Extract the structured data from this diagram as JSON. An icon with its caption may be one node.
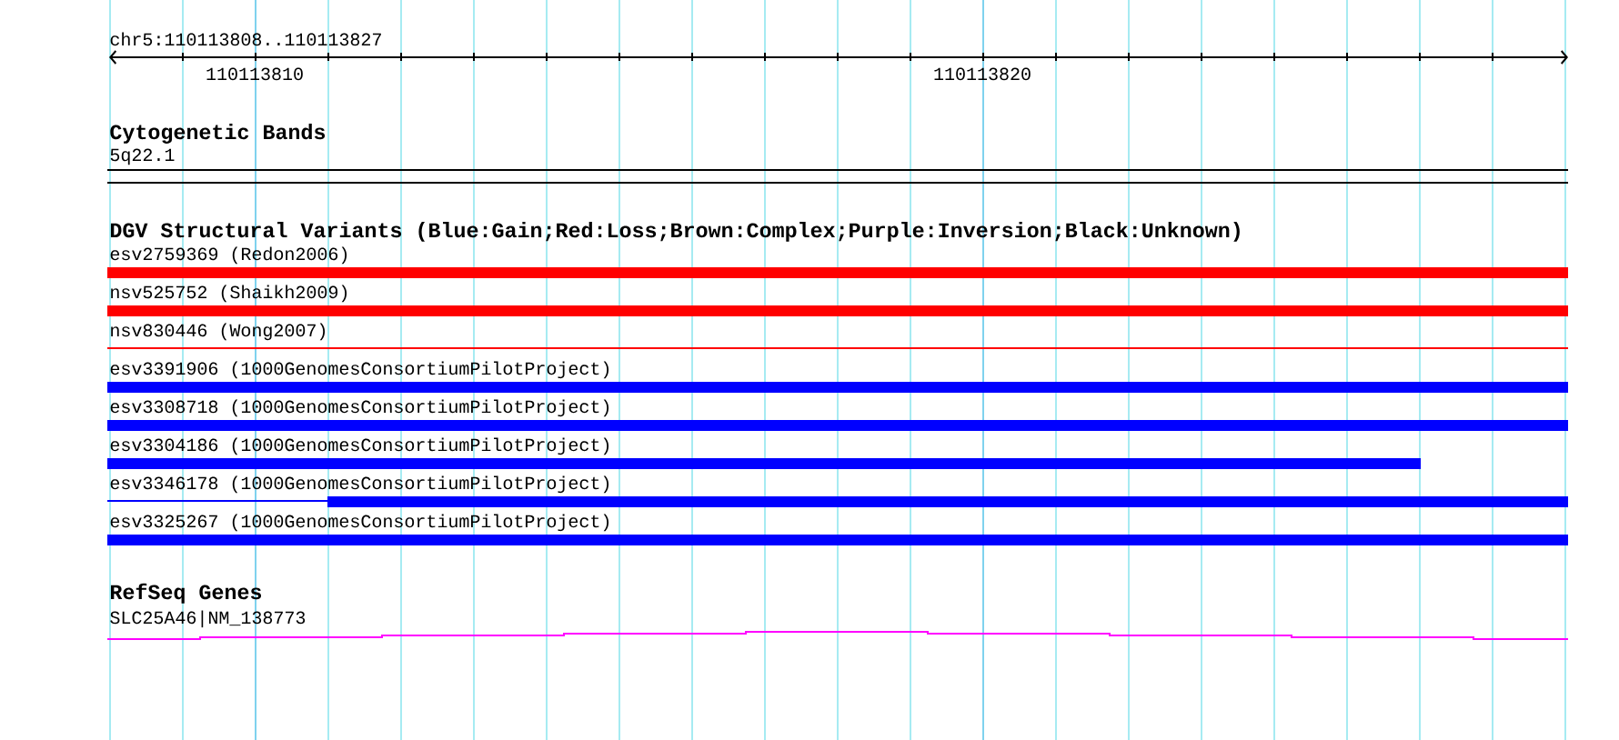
{
  "diagram": {
    "title": "chr5:110113808..110113827",
    "nodes": [
      {
        "text": [
          "5q22.1"
        ]
      },
      {
        "text": [
          "esv2759369 (Redon2006)"
        ]
      },
      {
        "text": [
          "nsv525752 (Shaikh2009)"
        ]
      },
      {
        "text": [
          "nsv830446 (Wong2007)"
        ]
      },
      {
        "text": [
          "esv3391906 (1000GenomesConsortiumPilotProject)"
        ]
      },
      {
        "text": [
          "esv3308718 (1000GenomesConsortiumPilotProject)"
        ]
      },
      {
        "text": [
          "esv3304186 (1000GenomesConsortiumPilotProject)"
        ]
      },
      {
        "text": [
          "esv3346178 (1000GenomesConsortiumPilotProject)"
        ]
      },
      {
        "text": [
          "esv3325267 (1000GenomesConsortiumPilotProject)"
        ]
      },
      {
        "text": [
          "SLC25A46|NM_138773"
        ]
      }
    ],
    "labels": [
      "110113810",
      "110113820",
      "Cytogenetic Bands",
      "DGV Structural Variants (Blue:Gain;Red:Loss;Brown:Complex;Purple:Inversion;Black:Unknown)",
      "RefSeq Genes"
    ]
  }
}
